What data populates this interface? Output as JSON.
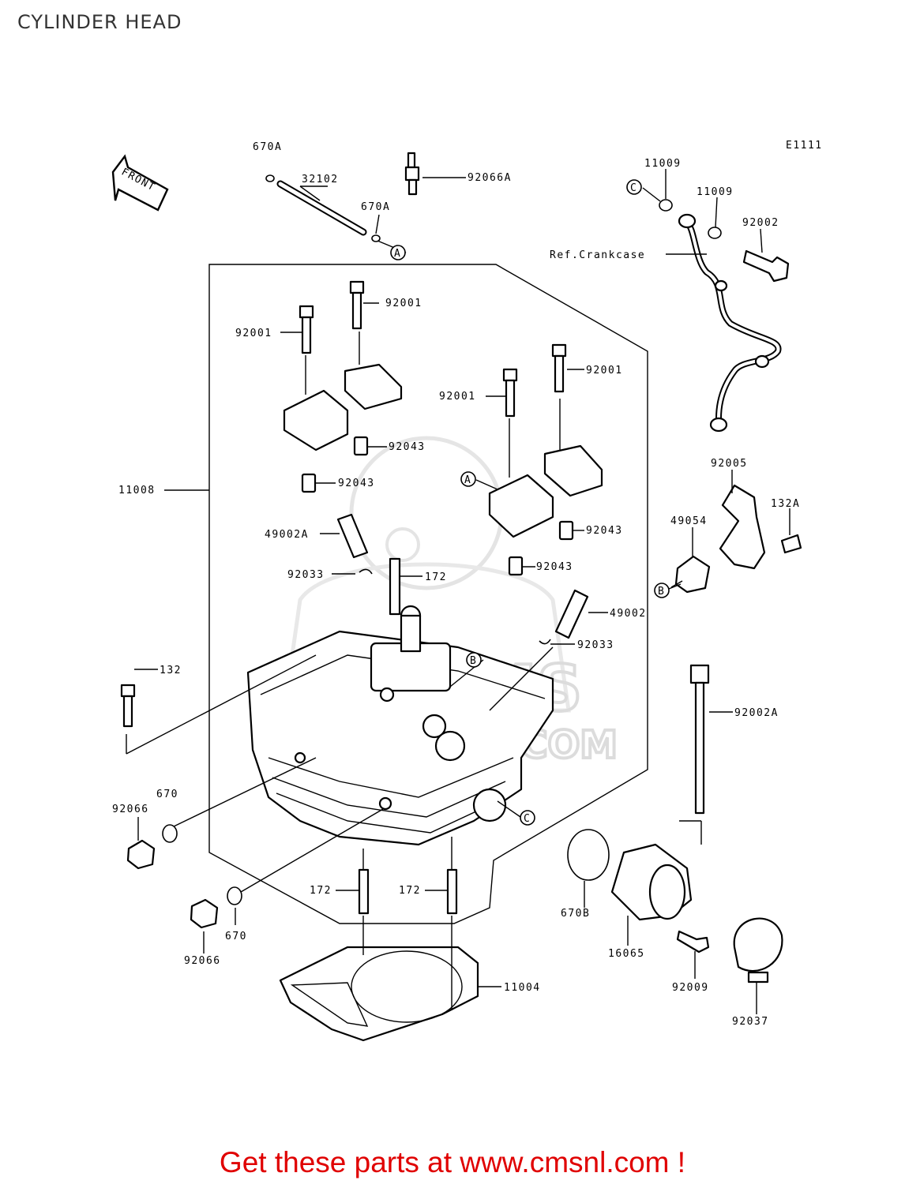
{
  "page": {
    "title": "CYLINDER HEAD",
    "footer": "Get these parts at www.cmsnl.com !"
  },
  "diagram": {
    "code": "E1111",
    "front_label": "FRONT",
    "ref_crankcase": "Ref.Crankcase",
    "watermark": ".COM",
    "markers": [
      "A",
      "B",
      "C"
    ],
    "part_numbers": {
      "p670A_top": "670A",
      "p32102": "32102",
      "p92066A": "92066A",
      "p670A": "670A",
      "p11009_a": "11009",
      "p11009_b": "11009",
      "p92002": "92002",
      "p92001_a": "92001",
      "p92001_b": "92001",
      "p92001_c": "92001",
      "p92001_d": "92001",
      "p92043_a": "92043",
      "p92043_b": "92043",
      "p92043_c": "92043",
      "p92043_d": "92043",
      "p11008": "11008",
      "p49002A": "49002A",
      "p92033_a": "92033",
      "p172_a": "172",
      "p49002": "49002",
      "p92033_b": "92033",
      "p92005": "92005",
      "p132A": "132A",
      "p49054": "49054",
      "p132": "132",
      "p92002A": "92002A",
      "p670_a": "670",
      "p92066_a": "92066",
      "p670_b": "670",
      "p92066_b": "92066",
      "p172_b": "172",
      "p172_c": "172",
      "p11004": "11004",
      "p670B": "670B",
      "p16065": "16065",
      "p92009": "92009",
      "p92037": "92037"
    }
  }
}
